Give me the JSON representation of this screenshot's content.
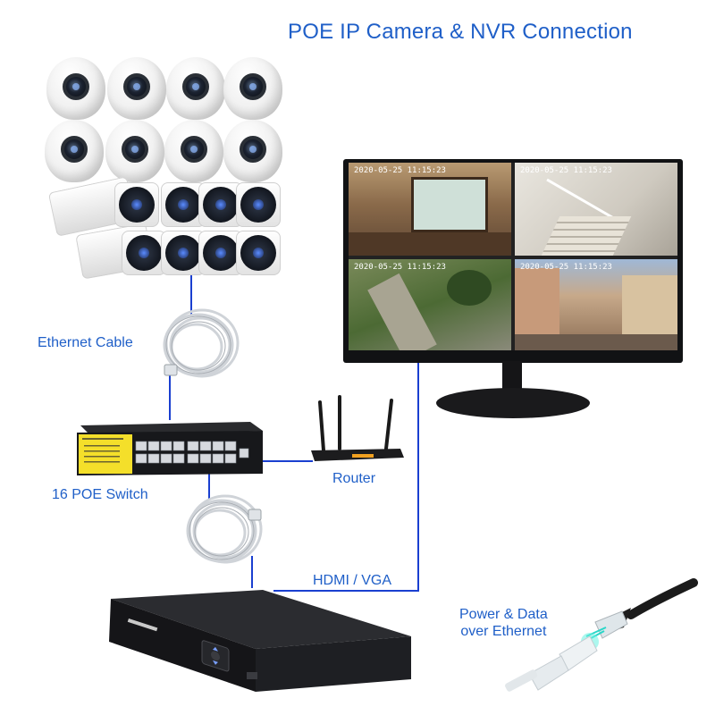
{
  "title": "POE IP Camera & NVR Connection",
  "labels": {
    "ethernet_cable": "Ethernet Cable",
    "poe_switch": "16 POE Switch",
    "router": "Router",
    "hdmi_vga": "HDMI / VGA",
    "power_data_1": "Power & Data",
    "power_data_2": "over Ethernet"
  },
  "monitor": {
    "timestamps": [
      "2020-05-25 11:15:23",
      "2020-05-25 11:15:23",
      "2020-05-25 11:15:23",
      "2020-05-25 11:15:23"
    ]
  },
  "colors": {
    "label_blue": "#1f5fc8",
    "wire_blue": "#1a3fd0",
    "switch_yellow": "#f4df2a",
    "device_black": "#1c1c1e"
  },
  "icons": {
    "dome_camera": "dome-camera-icon",
    "bullet_camera": "bullet-camera-icon",
    "cable_coil": "cable-coil-icon",
    "switch": "poe-switch-icon",
    "router": "router-icon",
    "monitor": "monitor-icon",
    "nvr": "nvr-recorder-icon",
    "rj45": "rj45-connector-icon"
  }
}
